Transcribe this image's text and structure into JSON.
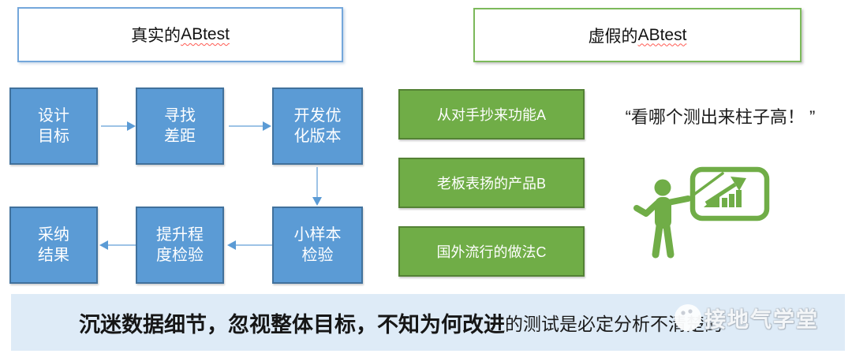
{
  "colors": {
    "flow_blue_fill": "#5B9BD5",
    "flow_blue_border": "#41719C",
    "arrow_line": "#9DC3E6",
    "green_fill": "#70AD47",
    "green_border": "#548235",
    "banner_bg": "#DEEBF7",
    "squiggle_red": "#FF5A52"
  },
  "real_section": {
    "title_prefix": "真实的",
    "title_latin": "ABtest",
    "flow_top": [
      {
        "line1": "设计",
        "line2": "目标"
      },
      {
        "line1": "寻找",
        "line2": "差距"
      },
      {
        "line1": "开发优",
        "line2": "化版本"
      }
    ],
    "flow_bottom": [
      {
        "line1": "采纳",
        "line2": "结果"
      },
      {
        "line1": "提升程",
        "line2": "度检验"
      },
      {
        "line1": "小样本",
        "line2": "检验"
      }
    ]
  },
  "fake_section": {
    "title_prefix": "虚假的",
    "title_latin": "ABtest",
    "items": [
      "从对手抄来功能A",
      "老板表扬的产品B",
      "国外流行的做法C"
    ],
    "quote": "“看哪个测出来柱子高！ ”"
  },
  "banner": {
    "bold_text": "沉迷数据细节，忽视整体目标，不知为何改进",
    "normal_text": "的测试是必定分析不清楚的"
  },
  "watermark": {
    "text": "接地气学堂"
  }
}
